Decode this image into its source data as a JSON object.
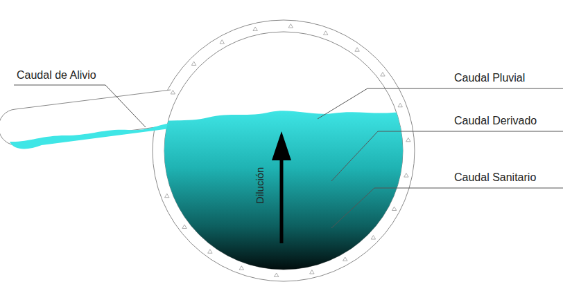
{
  "diagram": {
    "labels": [
      "Caudal de Alivio",
      "Caudal Pluvial",
      "Caudal Derivado",
      "Caudal Sanitario",
      "Dilución"
    ]
  }
}
